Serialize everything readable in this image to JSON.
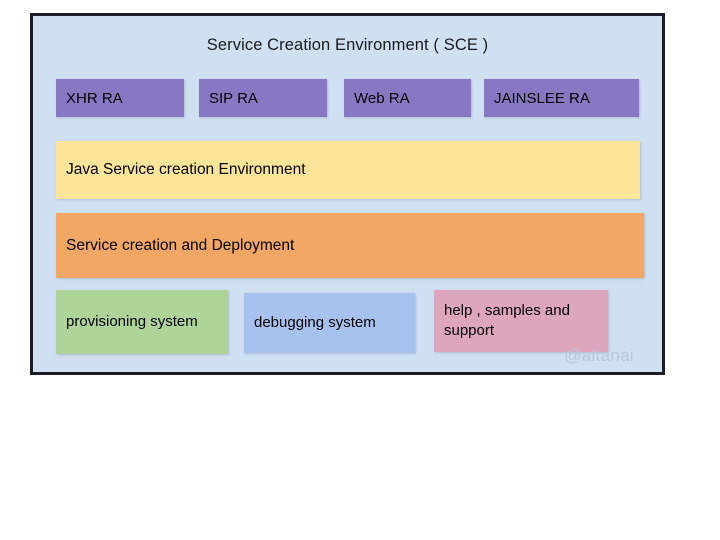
{
  "diagram": {
    "title": "Service Creation Environment ( SCE )",
    "watermark": "@altanai",
    "colors": {
      "frame_background": "#cfe0f2",
      "frame_border": "#1c1c28",
      "resource_adapter": "#8878c3",
      "java_layer": "#fce498",
      "deployment_layer": "#f2a764",
      "provisioning": "#aed49a",
      "debugging": "#a8c2ef",
      "help": "#dea6bd",
      "text": "#000000",
      "watermark": "#b9c7d8"
    },
    "resource_adapters": [
      {
        "label": "XHR RA"
      },
      {
        "label": "SIP RA"
      },
      {
        "label": "Web RA"
      },
      {
        "label": "JAINSLEE RA"
      }
    ],
    "layers": [
      {
        "label": "Java Service creation Environment"
      },
      {
        "label": "Service creation and Deployment"
      }
    ],
    "support_blocks": [
      {
        "label": "provisioning system"
      },
      {
        "label": "debugging system"
      },
      {
        "label": "help , samples and support"
      }
    ]
  }
}
